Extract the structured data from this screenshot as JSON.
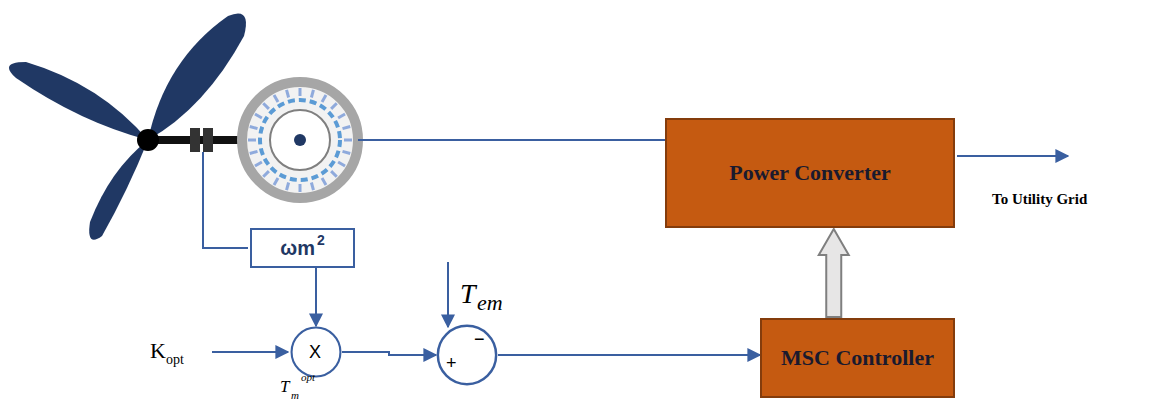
{
  "diagram": {
    "nodes": [
      {
        "text": [
          "Power Converter"
        ]
      },
      {
        "text": [
          "ωm",
          "2"
        ]
      },
      {
        "text": [
          "X"
        ]
      },
      {
        "text": [
          "+",
          "−"
        ]
      },
      {
        "text": [
          "MSC Controller"
        ]
      }
    ],
    "edges": [
      {
        "from": 1,
        "to": 2,
        "arrow": "to"
      },
      {
        "from": 2,
        "to": 3,
        "arrow": "to"
      },
      {
        "from": 3,
        "to": 4,
        "arrow": "to"
      },
      {
        "from": 4,
        "to": 0,
        "arrow": "to"
      }
    ],
    "labels": [
      "To Utility Grid",
      "K",
      "opt",
      "T",
      "m",
      "opt",
      "T",
      "em"
    ]
  }
}
